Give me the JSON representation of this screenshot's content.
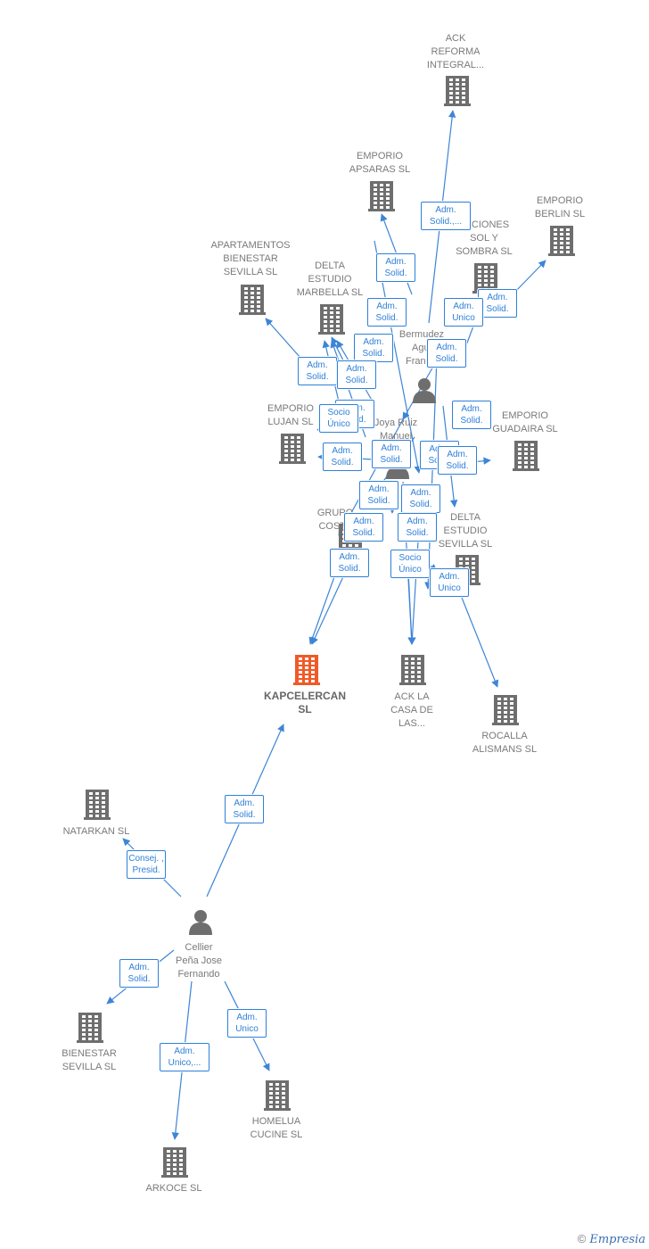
{
  "colors": {
    "edge": "#3d85d6",
    "badge_border": "#2f80d8",
    "company_icon": "#6e6e6e",
    "main_company_icon": "#f05a28",
    "person_icon": "#6e6e6e",
    "label": "#7a7a7a"
  },
  "companies": [
    {
      "id": "ack-reforma",
      "label": "ACK\nREFORMA\nINTEGRAL..."
    },
    {
      "id": "emporio-apsaras",
      "label": "EMPORIO\nAPSARAS SL"
    },
    {
      "id": "emporio-berlin",
      "label": "EMPORIO\nBERLIN  SL"
    },
    {
      "id": "soluciones",
      "label": "LUCIONES\nSOL Y\nSOMBRA  SL"
    },
    {
      "id": "apartamentos",
      "label": "APARTAMENTOS\nBIENESTAR\nSEVILLA  SL"
    },
    {
      "id": "delta-marbella",
      "label": "DELTA\nESTUDIO\nMARBELLA  SL"
    },
    {
      "id": "emporio-lujan",
      "label": "EMPORIO\nLUJAN  SL"
    },
    {
      "id": "emporio-guadaira",
      "label": "EMPORIO\nGUADAIRA SL"
    },
    {
      "id": "grupo-costa",
      "label": "GRUPO\nCOSTA"
    },
    {
      "id": "delta-sevilla",
      "label": "DELTA\nESTUDIO\nSEVILLA  SL"
    },
    {
      "id": "kapcelercan",
      "label": "KAPCELERCAN\nSL",
      "main": true
    },
    {
      "id": "ack-casa",
      "label": "ACK LA\nCASA DE\nLAS..."
    },
    {
      "id": "rocalla",
      "label": "ROCALLA\nALISMANS  SL"
    },
    {
      "id": "natarkan",
      "label": "NATARKAN  SL"
    },
    {
      "id": "bienestar",
      "label": "BIENESTAR\nSEVILLA  SL"
    },
    {
      "id": "homelua",
      "label": "HOMELUA\nCUCINE  SL"
    },
    {
      "id": "arkoce",
      "label": "ARKOCE SL"
    }
  ],
  "persons": [
    {
      "id": "bermudez",
      "label": "Bermudez\nAgui\nFrancis"
    },
    {
      "id": "joya",
      "label": "Joya Ruiz\nManuel"
    },
    {
      "id": "cellier",
      "label": "Cellier\nPeña Jose\nFernando"
    }
  ],
  "badges": [
    {
      "id": "b1",
      "label": "Adm.\nSolid.,..."
    },
    {
      "id": "b2",
      "label": "Adm.\nSolid."
    },
    {
      "id": "b3",
      "label": "Adm.\nSolid."
    },
    {
      "id": "b4",
      "label": "Adm.\nSolid."
    },
    {
      "id": "b5",
      "label": "Adm.\nUnico"
    },
    {
      "id": "b6",
      "label": "Adm.\nSolid."
    },
    {
      "id": "b7",
      "label": "Adm.\nSolid."
    },
    {
      "id": "b8",
      "label": "Adm.\nSolid."
    },
    {
      "id": "b9",
      "label": "Adm.\nSolid."
    },
    {
      "id": "b10",
      "label": "Adm.\nSolid."
    },
    {
      "id": "b11",
      "label": "Socio\nÚnico"
    },
    {
      "id": "b12",
      "label": "Adm.\nSolid."
    },
    {
      "id": "b13",
      "label": "Adm.\nSolid."
    },
    {
      "id": "b14",
      "label": "Adm.\nSolid."
    },
    {
      "id": "b15",
      "label": "Adm.\nSolid."
    },
    {
      "id": "b16",
      "label": "Adm.\nSolid."
    },
    {
      "id": "b17",
      "label": "Adm.\nSolid."
    },
    {
      "id": "b18",
      "label": "Adm.\nSolid."
    },
    {
      "id": "b19",
      "label": "Adm.\nSolid."
    },
    {
      "id": "b20",
      "label": "Adm.\nSolid."
    },
    {
      "id": "b21",
      "label": "Adm.\nSolid."
    },
    {
      "id": "b22",
      "label": "Socio\nÚnico"
    },
    {
      "id": "b23",
      "label": "Adm.\nUnico"
    },
    {
      "id": "b24",
      "label": "Adm.\nSolid."
    },
    {
      "id": "b25",
      "label": "Consej. ,\nPresid."
    },
    {
      "id": "b26",
      "label": "Adm.\nSolid."
    },
    {
      "id": "b27",
      "label": "Adm.\nUnico"
    },
    {
      "id": "b28",
      "label": "Adm.\nUnico,..."
    }
  ],
  "footer": {
    "copyright": "©",
    "brand": "Empresia"
  }
}
